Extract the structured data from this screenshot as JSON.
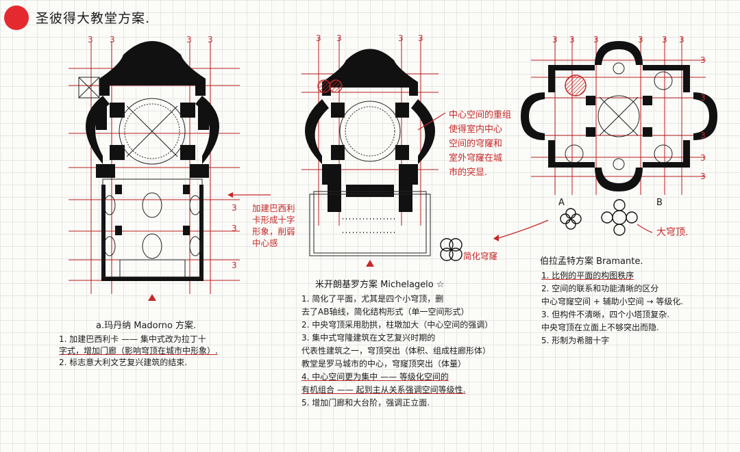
{
  "title": "圣彼得大教堂方案.",
  "dimension_label": "3",
  "plan_left": {
    "side_note": [
      "加建巴西利",
      "卡形成十字",
      "形象，削弱",
      "中心感"
    ],
    "caption": "a.玛丹纳 Madorno 方案.",
    "notes": [
      "1. 加建巴西利卡 —— 集中式改为拉丁十",
      "字式，增加门廊（影响穹顶在城市中形象）.",
      "2. 标志意大利文艺复兴建筑的结束."
    ]
  },
  "plan_center": {
    "side_note": [
      "中心空间的重组",
      "使得室内中心",
      "空间的穹窿和",
      "室外穹窿在城",
      "市的突显."
    ],
    "caption": "米开朗基罗方案 Michelagelo ☆",
    "notes": [
      "1. 简化了平面，尤其是四个小穹顶，删",
      "去了AB轴线，简化结构形式（单一空间形式）",
      "2. 中央穹顶采用肋拱，柱墩加大（中心空间的强调）",
      "3. 集中式穹隆建筑在文艺复兴时期的",
      "代表性建筑之一，穹顶突出（体积、组成柱廊形体）",
      "教堂是罗马城市的中心，穹窿顶突出（体量）",
      "4. 中心空间更为集中 —— 等级化空间的",
      "有机组合 —— 起到主从关系强调空间等级性.",
      "5. 增加门廊和大台阶，强调正立面."
    ]
  },
  "plan_right": {
    "label_a": "A",
    "label_b": "B",
    "small_dome_label": "简化穹窿",
    "big_dome_label": "大穹顶.",
    "caption": "伯拉孟特方案 Bramante.",
    "notes": [
      "1. 比例的平面的构图秩序",
      "2. 空间的联系和功能清晰的区分",
      "中心穹窿空间 + 辅助小空间 → 等级化.",
      "3. 但构件不清晰，四个小塔顶复杂.",
      "中央穹顶在立面上不够突出而隐.",
      "5. 形制为希腊十字"
    ]
  }
}
